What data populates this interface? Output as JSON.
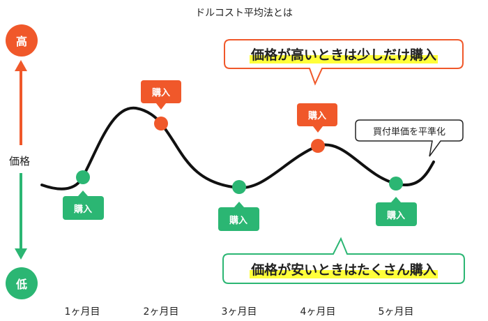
{
  "title": "ドルコスト平均法とは",
  "axis": {
    "high": "高",
    "price": "価格",
    "low": "低",
    "high_color": "#f0582a",
    "low_color": "#2bb673"
  },
  "x_ticks": [
    "1ヶ月目",
    "2ヶ月目",
    "3ヶ月目",
    "4ヶ月目",
    "5ヶ月目"
  ],
  "buy_label": "購入",
  "callout_high": "価格が高いときは少しだけ購入",
  "callout_low": "価格が安いときはたくさん購入",
  "note": "買付単価を平準化",
  "colors": {
    "orange": "#f0582a",
    "green": "#2bb673",
    "highlight": "#ffff3a",
    "curve": "#111111"
  }
}
